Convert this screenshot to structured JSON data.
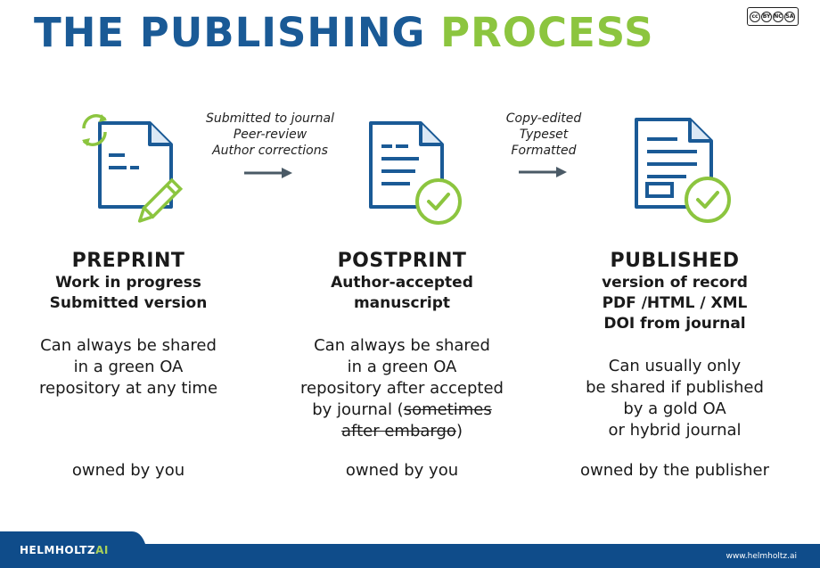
{
  "title": {
    "part1": "THE PUBLISHING",
    "part2": "PROCESS"
  },
  "license": {
    "icon": "cc-by-nc-sa-badge",
    "letters": [
      "cc",
      "BY",
      "NC",
      "SA"
    ]
  },
  "arrows": [
    {
      "lines": [
        "Submitted to journal",
        "Peer-review",
        "Author corrections"
      ]
    },
    {
      "lines": [
        "Copy-edited",
        "Typeset",
        "Formatted"
      ]
    }
  ],
  "columns": [
    {
      "heading": "PREPRINT",
      "sub": [
        "Work in progress",
        "Submitted version"
      ],
      "desc": [
        "Can always be shared",
        "in a green OA",
        "repository at any time"
      ],
      "owner": "owned by you",
      "icon": "document-edit-refresh-icon"
    },
    {
      "heading": "POSTPRINT",
      "sub": [
        "Author-accepted",
        "manuscript"
      ],
      "desc": [
        "Can always be shared",
        "in a green OA",
        "repository after accepted"
      ],
      "desc_mixed": {
        "pre": "by journal (",
        "strike1": "sometimes",
        "strike2": "after embargo",
        "post": ")"
      },
      "owner": "owned by you",
      "icon": "document-check-icon"
    },
    {
      "heading": "PUBLISHED",
      "sub": [
        "version of record",
        "PDF /HTML / XML",
        "DOI from journal"
      ],
      "desc": [
        "Can usually only",
        "be shared if published",
        "by a gold OA",
        "or hybrid journal"
      ],
      "owner": "owned by the publisher",
      "icon": "published-document-check-icon"
    }
  ],
  "footer": {
    "brand1": "HELMHOLTZ",
    "brand2": "AI",
    "url": "www.helmholtz.ai"
  },
  "colors": {
    "blue": "#1a5a96",
    "green": "#8cc53f",
    "gray_arrow": "#4a5a66"
  }
}
